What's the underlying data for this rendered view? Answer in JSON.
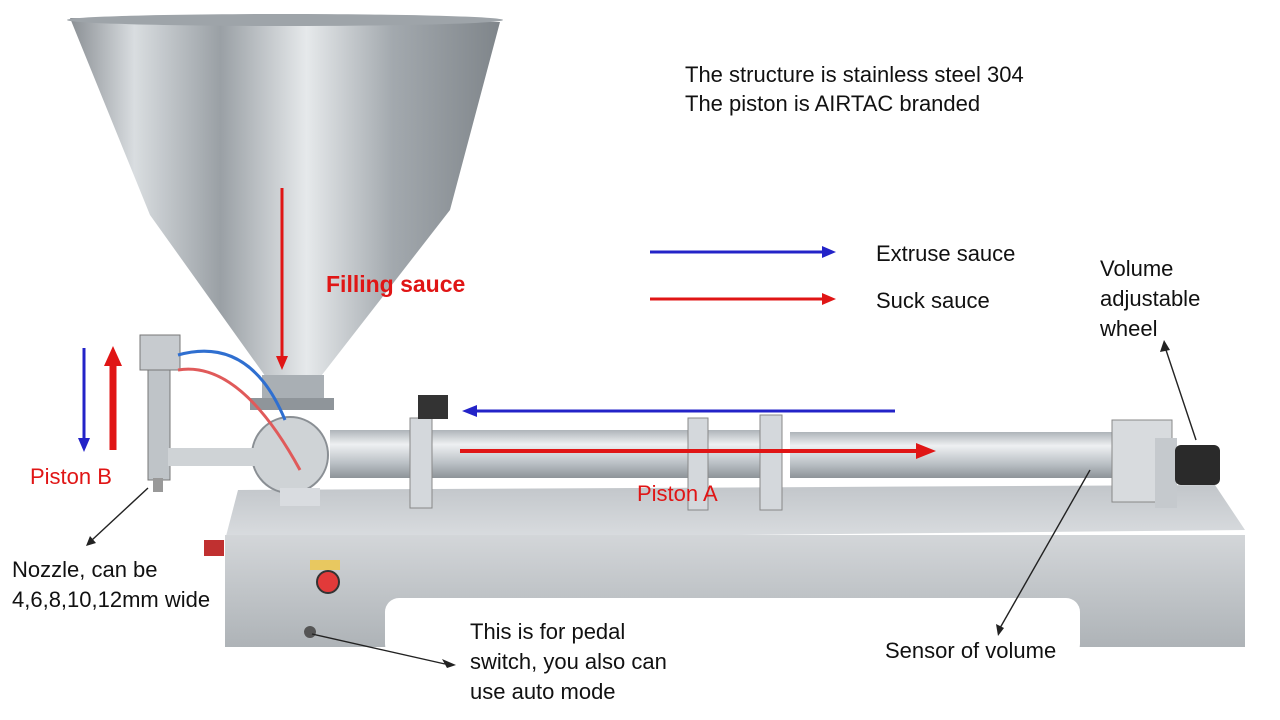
{
  "annotations": {
    "structure_line1": "The structure is stainless steel 304",
    "structure_line2": "The piston is AIRTAC branded",
    "filling_sauce": "Filling sauce",
    "legend_extrude": "Extruse sauce",
    "legend_suck": "Suck sauce",
    "volume_wheel": "Volume\nadjustable\nwheel",
    "piston_b": "Piston B",
    "piston_a": "Piston A",
    "nozzle": "Nozzle, can be\n4,6,8,10,12mm wide",
    "pedal": "This is for pedal\nswitch, you also can\nuse auto mode",
    "sensor": "Sensor of volume"
  },
  "colors": {
    "extrude_arrow": "#2323c8",
    "suck_arrow": "#e01515",
    "steel": "#c9cdd1"
  }
}
